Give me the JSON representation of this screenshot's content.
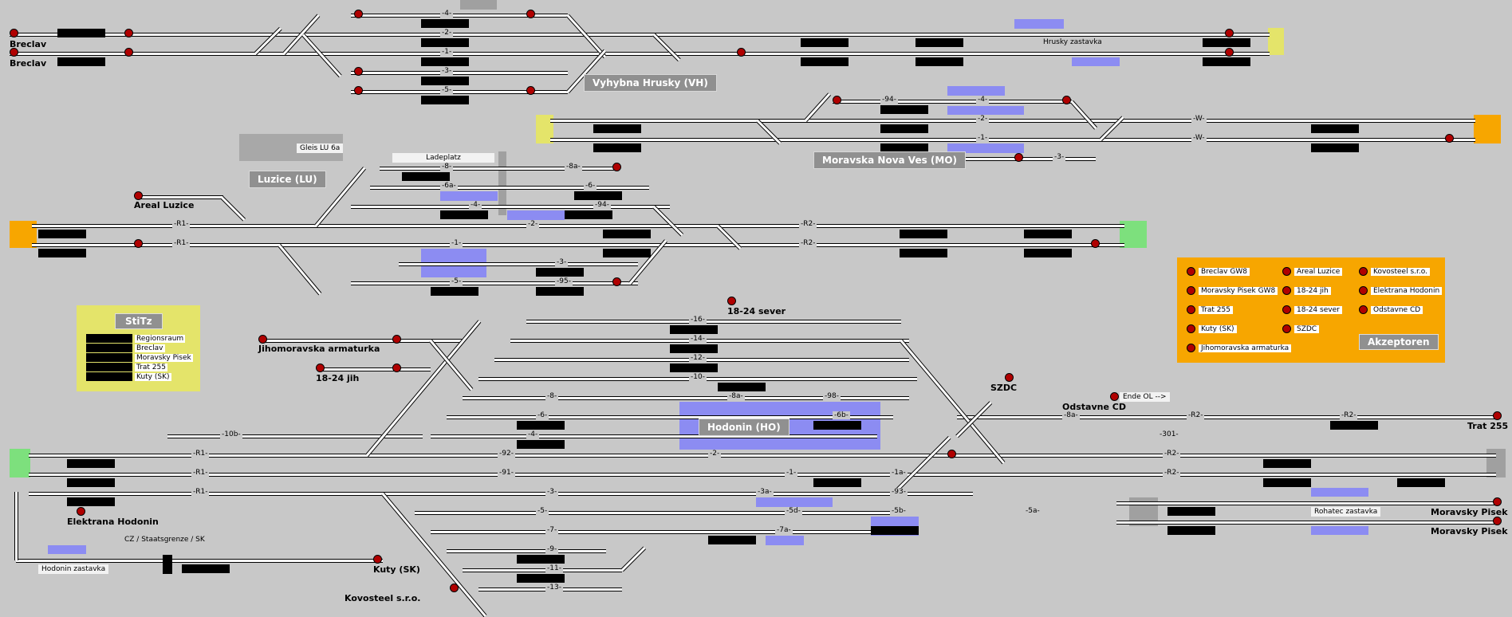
{
  "stations": {
    "breclav_1": "Breclav",
    "breclav_2": "Breclav",
    "vyhybna_hrusky": "Vyhybna Hrusky (VH)",
    "hrusky_zastavka": "Hrusky zastavka",
    "moravska_nova_ves": "Moravska Nova Ves (MO)",
    "lucice": "Luzice (LU)",
    "areal_luzice": "Areal Luzice",
    "gleis": "Gleis LU 6a",
    "ladeplatz": "Ladeplatz",
    "jihomoravska": "Jihomoravska armaturka",
    "jih_1824": "18-24 jih",
    "sever_1824": "18-24 sever",
    "szdc": "SZDC",
    "odstavne_cd": "Odstavne CD",
    "ende_ol": "Ende OL -->",
    "trat_255": "Trat 255",
    "hodonin": "Hodonin (HO)",
    "elektrana": "Elektrana Hodonin",
    "hodonin_zastavka": "Hodonin zastavka",
    "cz_grenze": "CZ / Staatsgrenze / SK",
    "kuty": "Kuty (SK)",
    "kovosteel": "Kovosteel s.r.o.",
    "moravsky_pisek_1": "Moravsky Pisek",
    "moravsky_pisek_2": "Moravsky Pisek",
    "rohatec": "Rohatec zastavka"
  },
  "track_labels": {
    "vh_4": "-4-",
    "vh_2": "-2-",
    "vh_1": "-1-",
    "vh_3": "-3-",
    "vh_5": "-5-",
    "mo_94": "-94-",
    "mo_4": "-4-",
    "mo_2": "-2-",
    "mo_1": "-1-",
    "mo_3": "-3-",
    "mo_w1": "-W-",
    "mo_w2": "-W-",
    "lu_8": "-8-",
    "lu_8a": "-8a-",
    "lu_6a": "-6a-",
    "lu_6": "-6-",
    "lu_4": "-4-",
    "lu_94": "-94-",
    "lu_r1a": "-R1-",
    "lu_r1b": "-R1-",
    "lu_2": "-2-",
    "lu_1": "-1-",
    "lu_r2a": "-R2-",
    "lu_r2b": "-R2-",
    "lu_3": "-3-",
    "lu_5": "-5-",
    "lu_95": "-95-",
    "ho_16": "-16-",
    "ho_14": "-14-",
    "ho_12": "-12-",
    "ho_10": "-10-",
    "ho_8": "-8-",
    "ho_8a": "-8a-",
    "ho_98": "-98-",
    "ho_6": "-6-",
    "ho_6b": "-6b-",
    "ho_4": "-4-",
    "ho_10b": "-10b-",
    "ho_r1a": "-R1-",
    "ho_r1b": "-R1-",
    "ho_r1c": "-R1-",
    "ho_92": "-92-",
    "ho_2": "-2-",
    "ho_91": "-91-",
    "ho_1": "-1-",
    "ho_1a": "-1a-",
    "ho_3": "-3-",
    "ho_3a": "-3a-",
    "ho_93": "-93-",
    "ho_5": "-5-",
    "ho_5d": "-5d-",
    "ho_5b": "-5b-",
    "ho_5a": "-5a-",
    "ho_7": "-7-",
    "ho_7a": "-7a-",
    "ho_9": "-9-",
    "ho_11": "-11-",
    "ho_13": "-13-",
    "ho_8a2": "-8a-",
    "ho_r2a": "-R2-",
    "ho_r2b": "-R2-",
    "ho_r2c": "-R2-",
    "ho_301": "-301-",
    "ho_r2d": "-R2-"
  },
  "legend_stitz": {
    "title": "StiTz",
    "items": [
      "Regionsraum",
      "Breclav",
      "Moravsky Pisek",
      "Trat 255",
      "Kuty (SK)"
    ]
  },
  "legend_akzeptoren": {
    "title": "Akzeptoren",
    "items": [
      "Breclav GW8",
      "Areal Luzice",
      "Kovosteel s.r.o.",
      "Moravsky Pisek GW8",
      "18-24 jih",
      "Elektrana Hodonin",
      "Trat 255",
      "18-24 sever",
      "Odstavne CD",
      "Kuty (SK)",
      "SZDC",
      "Jihomoravska armaturka"
    ]
  },
  "colors": {
    "background": "#c8c8c8",
    "occupied_blue": "#8c8cf2",
    "section_yellow": "#e4e46a",
    "section_orange": "#f7a600",
    "section_green": "#7de07d",
    "signal_red": "#b00000"
  }
}
